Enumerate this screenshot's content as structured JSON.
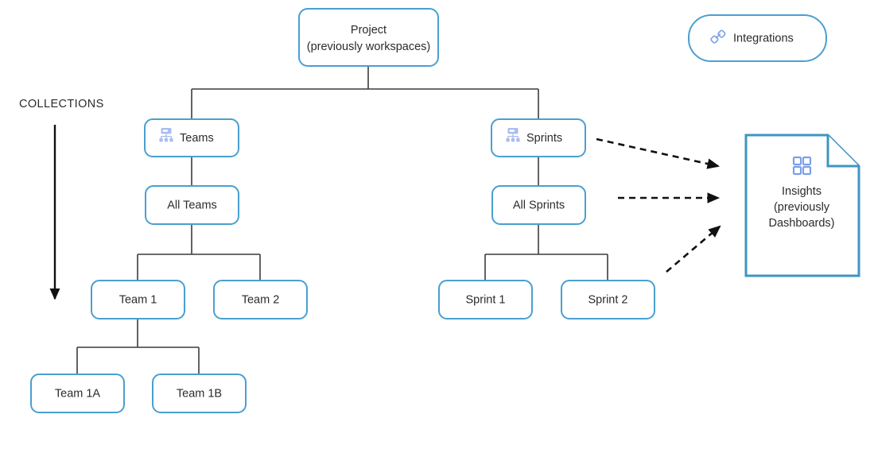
{
  "diagram": {
    "title": "Project hierarchy and collections diagram",
    "colors": {
      "box_border": "#4a9fd0",
      "document_border": "#3f95c2",
      "connector": "#3c3c3c",
      "arrow": "#111111",
      "icon_blue": "#7c9fe8",
      "text": "#2b2b2b",
      "background": "#ffffff"
    },
    "section_label": "COLLECTIONS",
    "nodes": {
      "project": {
        "line1": "Project",
        "line2": "(previously workspaces)"
      },
      "integrations": {
        "label": "Integrations",
        "icon": "link-chain-icon"
      },
      "teams": {
        "label": "Teams",
        "icon": "org-chart-icon"
      },
      "sprints": {
        "label": "Sprints",
        "icon": "org-chart-icon"
      },
      "all_teams": {
        "label": "All Teams"
      },
      "all_sprints": {
        "label": "All Sprints"
      },
      "team_1": {
        "label": "Team 1"
      },
      "team_2": {
        "label": "Team 2"
      },
      "team_1a": {
        "label": "Team 1A"
      },
      "team_1b": {
        "label": "Team 1B"
      },
      "sprint_1": {
        "label": "Sprint 1"
      },
      "sprint_2": {
        "label": "Sprint 2"
      },
      "insights": {
        "line1": "Insights",
        "line2": "(previously",
        "line3": "Dashboards)",
        "icon": "dashboard-grid-icon"
      }
    }
  }
}
